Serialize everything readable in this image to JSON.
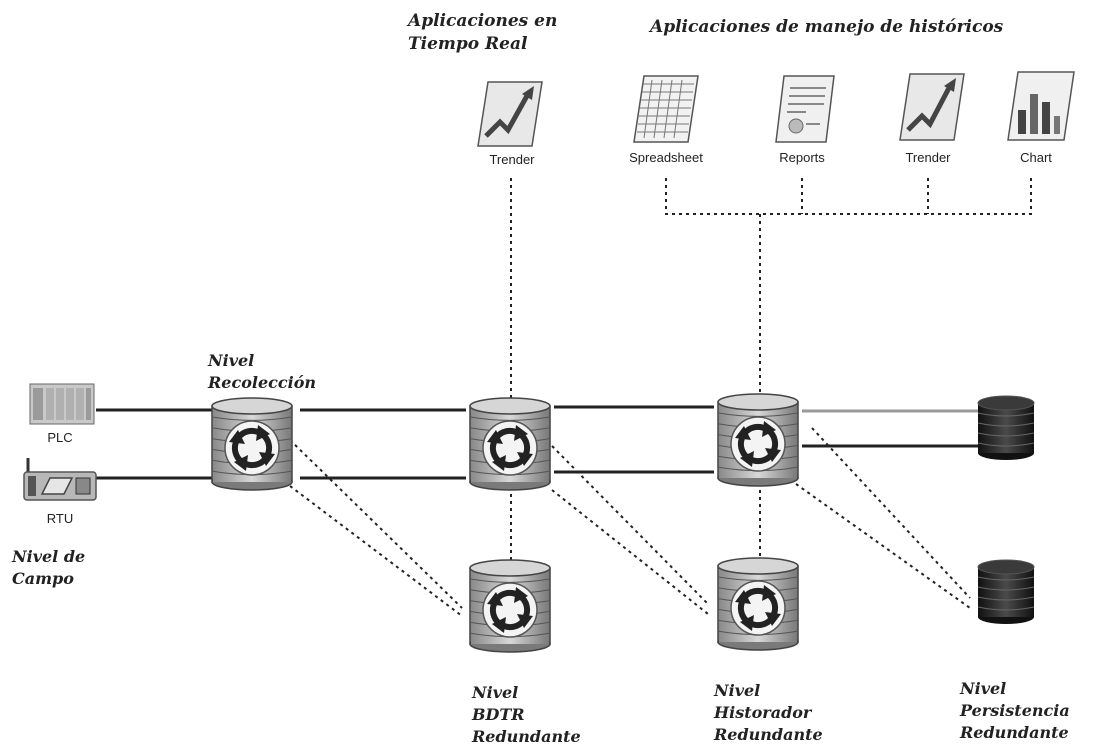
{
  "headers": {
    "realtime": [
      "Aplicaciones en",
      "Tiempo Real"
    ],
    "historic": "Aplicaciones de manejo de históricos"
  },
  "apps": {
    "realtime_trender": "Trender",
    "spreadsheet": "Spreadsheet",
    "reports": "Reports",
    "trender": "Trender",
    "chart": "Chart"
  },
  "devices": {
    "plc": "PLC",
    "rtu": "RTU"
  },
  "levels": {
    "campo": [
      "Nivel de",
      "Campo"
    ],
    "recoleccion": [
      "Nivel",
      "Recolección"
    ],
    "bdtr": [
      "Nivel",
      "BDTR",
      "Redundante"
    ],
    "historador": [
      "Nivel",
      "Historador",
      "Redundante"
    ],
    "persistencia": [
      "Nivel",
      "Persistencia",
      "Redundante"
    ]
  },
  "icons": {
    "server": "sync-server-icon",
    "database": "database-cylinder-icon",
    "trender": "trend-chart-icon",
    "spreadsheet": "spreadsheet-icon",
    "reports": "report-document-icon",
    "chart": "bar-chart-icon",
    "plc": "plc-device-icon",
    "rtu": "rtu-device-icon"
  },
  "colors": {
    "line": "#222222",
    "server_body": "#b8b8b8",
    "database_body": "#2a2a2a"
  }
}
